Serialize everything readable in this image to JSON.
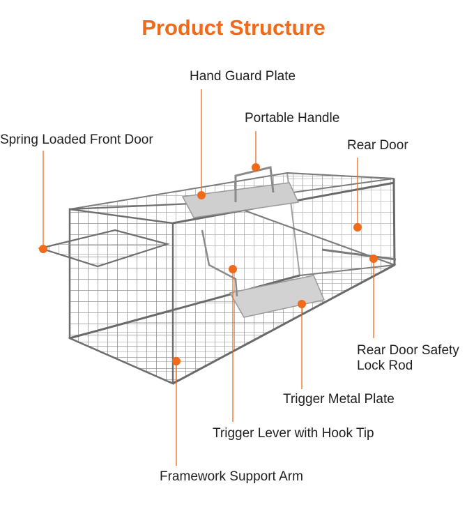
{
  "title": "Product Structure",
  "accent_color": "#ef6a1a",
  "labels": {
    "hand_guard_plate": "Hand Guard Plate",
    "portable_handle": "Portable Handle",
    "spring_loaded_front_door": "Spring Loaded Front Door",
    "rear_door": "Rear Door",
    "rear_door_safety_lock_rod_line1": "Rear Door Safety",
    "rear_door_safety_lock_rod_line2": "Lock Rod",
    "trigger_metal_plate": "Trigger Metal Plate",
    "trigger_lever_with_hook_tip": "Trigger Lever with Hook Tip",
    "framework_support_arm": "Framework Support Arm"
  }
}
